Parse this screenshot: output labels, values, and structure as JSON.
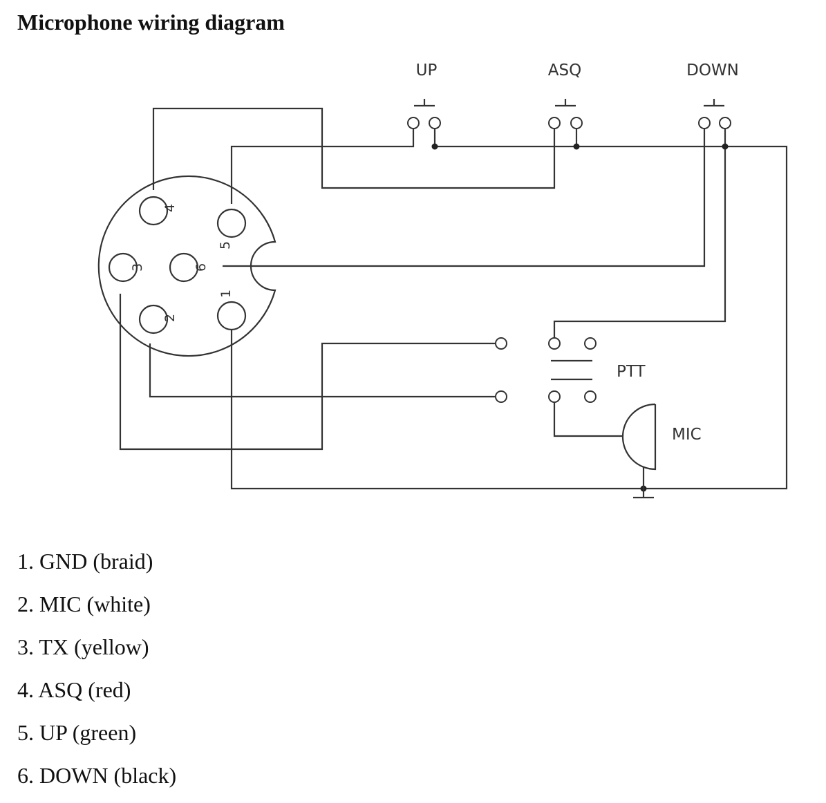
{
  "title": "Microphone wiring diagram",
  "diagram": {
    "switch_labels": {
      "up": "UP",
      "asq": "ASQ",
      "down": "DOWN"
    },
    "ptt_label": "PTT",
    "mic_label": "MIC",
    "connector_pins": [
      "1",
      "2",
      "3",
      "4",
      "5",
      "6"
    ]
  },
  "legend": [
    "1. GND (braid)",
    "2. MIC (white)",
    "3. TX (yellow)",
    "4. ASQ (red)",
    "5. UP (green)",
    "6. DOWN (black)"
  ]
}
